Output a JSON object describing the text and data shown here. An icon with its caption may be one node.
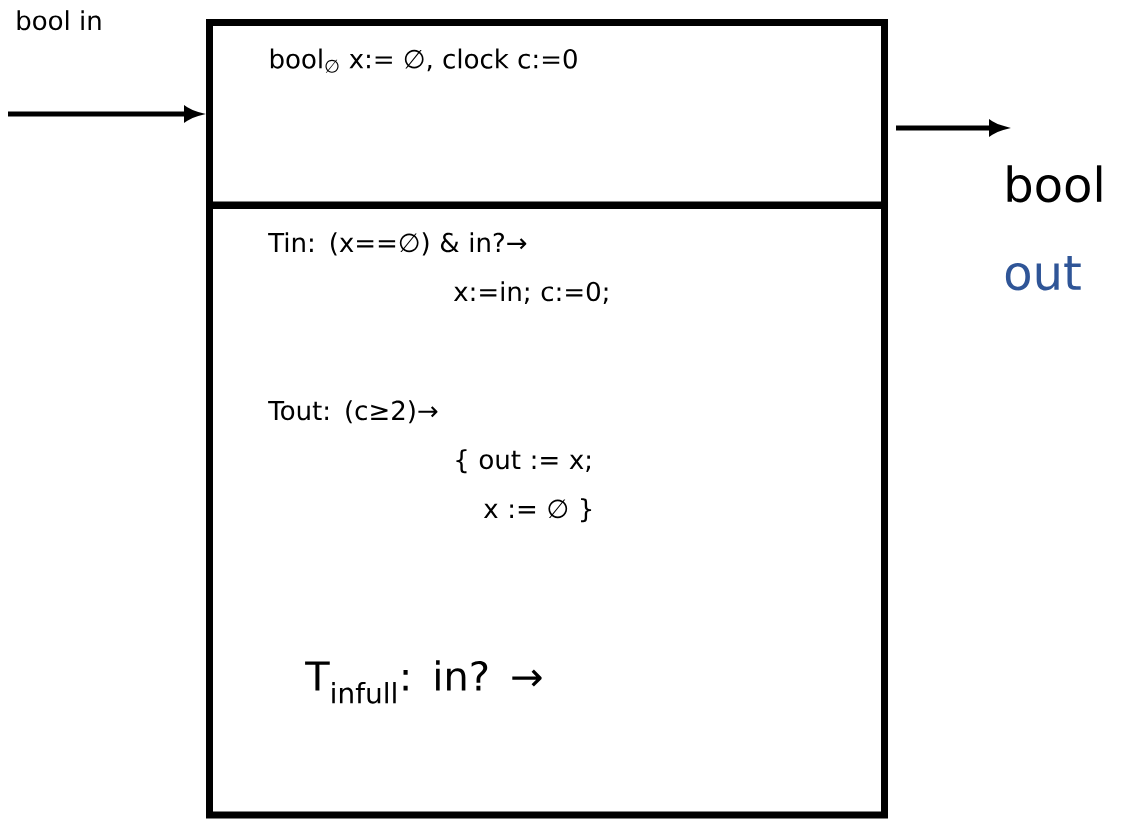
{
  "diagram": {
    "nodes": [
      {
        "text": [
          "bool$_{∅}$ x:= ∅, clock c:=0"
        ]
      },
      {
        "text": [
          "Tin: (x==∅) & in?→ x:=in; c:=0;",
          "Tout: (c≥2)→ { out := x; x := ∅ }",
          "T$_{infull}$: in? →"
        ]
      },
      {
        "text": [
          "bool",
          "out"
        ]
      }
    ],
    "edges": [
      {
        "from": null,
        "to": 0,
        "arrow": "to",
        "label": "bool in"
      },
      {
        "from": 0,
        "to": 2,
        "arrow": "to"
      }
    ]
  }
}
